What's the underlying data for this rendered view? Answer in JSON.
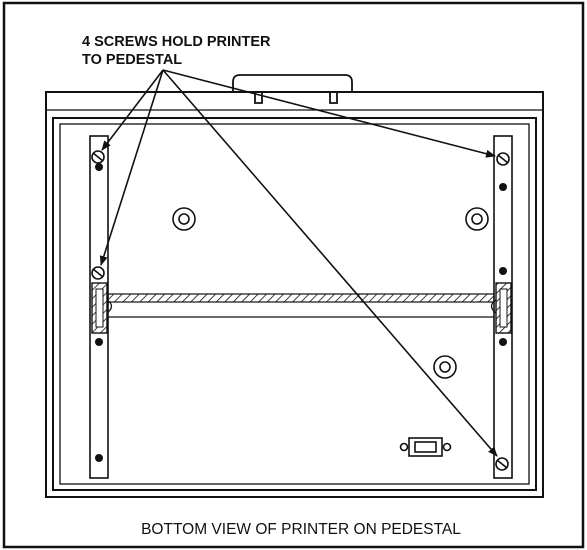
{
  "callout": {
    "line1": "4 SCREWS HOLD PRINTER",
    "line2": "TO PEDESTAL"
  },
  "caption": "BOTTOM VIEW OF PRINTER ON PEDESTAL",
  "colors": {
    "ink": "#111111",
    "paper": "#ffffff"
  }
}
